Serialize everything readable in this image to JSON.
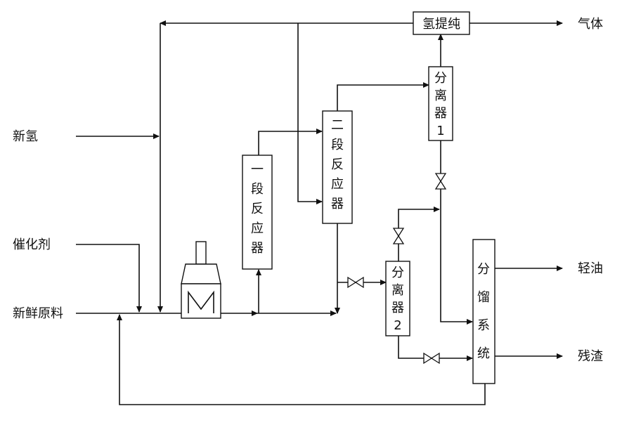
{
  "inputs": {
    "new_hydrogen": "新氢",
    "catalyst": "催化剂",
    "fresh_feed": "新鲜原料"
  },
  "outputs": {
    "gas": "气体",
    "light_oil": "轻油",
    "residue": "残渣"
  },
  "units": {
    "hydrogen_purification": "氢提纯",
    "reactor_stage1": [
      "一",
      "段",
      "反",
      "应",
      "器"
    ],
    "reactor_stage2": [
      "二",
      "段",
      "反",
      "应",
      "器"
    ],
    "separator1": [
      "分",
      "离",
      "器",
      "1"
    ],
    "separator2": [
      "分",
      "离",
      "器",
      "2"
    ],
    "fractionation": [
      "分",
      "馏",
      "系",
      "统"
    ]
  }
}
